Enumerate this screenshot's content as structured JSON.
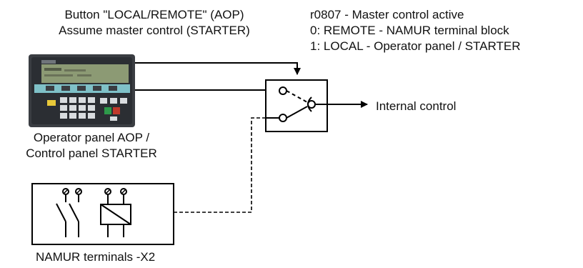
{
  "button_caption": {
    "line1": "Button \"LOCAL/REMOTE\" (AOP)",
    "line2": "Assume master control (STARTER)"
  },
  "parameter_caption": {
    "line1": "r0807 - Master control active",
    "line2": "0: REMOTE - NAMUR terminal block",
    "line3": "1: LOCAL - Operator panel / STARTER"
  },
  "output_label": "Internal control",
  "panel_caption": {
    "line1": "Operator panel AOP /",
    "line2": "Control panel STARTER"
  },
  "namur_caption": "NAMUR terminals -X2",
  "colors": {
    "line": "#000000",
    "panel_body": "#3a3d42",
    "panel_screen": "#8c9a74",
    "panel_button_row": "#7fc1c8",
    "key_light": "#d9dcdf",
    "key_green": "#2e9a4a",
    "key_red": "#c0392b",
    "key_yellow": "#e9c93a"
  },
  "icons": [
    "operator-panel-aop-image",
    "changeover-switch-symbol",
    "switch-contact-symbol",
    "relay-coil-symbol"
  ]
}
